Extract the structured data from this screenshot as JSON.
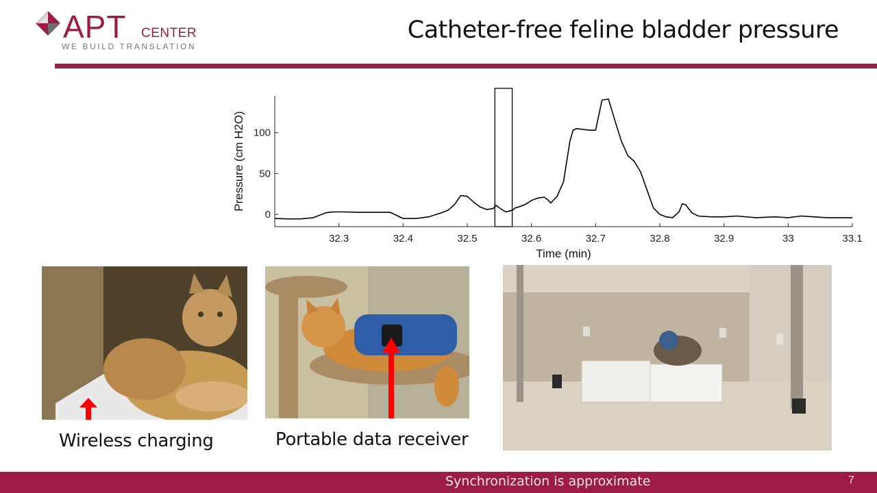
{
  "header": {
    "logo_main": "APT",
    "logo_sub": "CENTER",
    "logo_tagline": "WE BUILD TRANSLATION",
    "title": "Catheter-free feline bladder pressure",
    "accent_color": "#9c1c46"
  },
  "chart_data": {
    "type": "line",
    "title": "",
    "xlabel": "Time (min)",
    "ylabel": "Pressure (cm H2O)",
    "xlim": [
      32.2,
      33.1
    ],
    "ylim": [
      -15,
      145
    ],
    "xticks": [
      32.3,
      32.4,
      32.5,
      32.6,
      32.7,
      32.8,
      32.9,
      33,
      33.1
    ],
    "yticks": [
      0,
      50,
      100
    ],
    "highlight_window": [
      32.543,
      32.57
    ],
    "grid": false,
    "series": [
      {
        "color": "#000000",
        "x": [
          32.2,
          32.22,
          32.24,
          32.26,
          32.28,
          32.29,
          32.31,
          32.33,
          32.36,
          32.38,
          32.4,
          32.42,
          32.44,
          32.46,
          32.47,
          32.48,
          32.49,
          32.5,
          32.51,
          32.52,
          32.53,
          32.54,
          32.545,
          32.55,
          32.56,
          32.565,
          32.57,
          32.575,
          32.58,
          32.59,
          32.6,
          32.61,
          32.62,
          32.625,
          32.63,
          32.64,
          32.65,
          32.655,
          32.66,
          32.665,
          32.67,
          32.68,
          32.69,
          32.7,
          32.71,
          32.72,
          32.73,
          32.74,
          32.75,
          32.76,
          32.77,
          32.78,
          32.79,
          32.8,
          32.81,
          32.82,
          32.83,
          32.835,
          32.84,
          32.85,
          32.86,
          32.88,
          32.9,
          32.92,
          32.95,
          32.98,
          33.0,
          33.02,
          33.04,
          33.06,
          33.08,
          33.1
        ],
        "y": [
          -5,
          -5.5,
          -5.5,
          -4,
          2,
          3,
          3,
          2.5,
          2.5,
          2.5,
          -5,
          -5,
          -3,
          2,
          5,
          12,
          23,
          22,
          15,
          9,
          6,
          7,
          11,
          8,
          3,
          4,
          5,
          8,
          9,
          12,
          17,
          20,
          21,
          18,
          14,
          22,
          40,
          65,
          90,
          103,
          105,
          104,
          103,
          103,
          140,
          141,
          115,
          90,
          72,
          65,
          52,
          30,
          8,
          0,
          -3,
          -4,
          3,
          13,
          12,
          2,
          -2,
          -3,
          -3,
          -2,
          -4,
          -3,
          -4,
          -2,
          -3,
          -4,
          -4,
          -4
        ]
      }
    ]
  },
  "photos": [
    {
      "caption": "Wireless charging"
    },
    {
      "caption": "Portable data receiver"
    },
    {
      "caption": ""
    }
  ],
  "footer": {
    "note": "Synchronization is approximate",
    "page_number": "7"
  }
}
